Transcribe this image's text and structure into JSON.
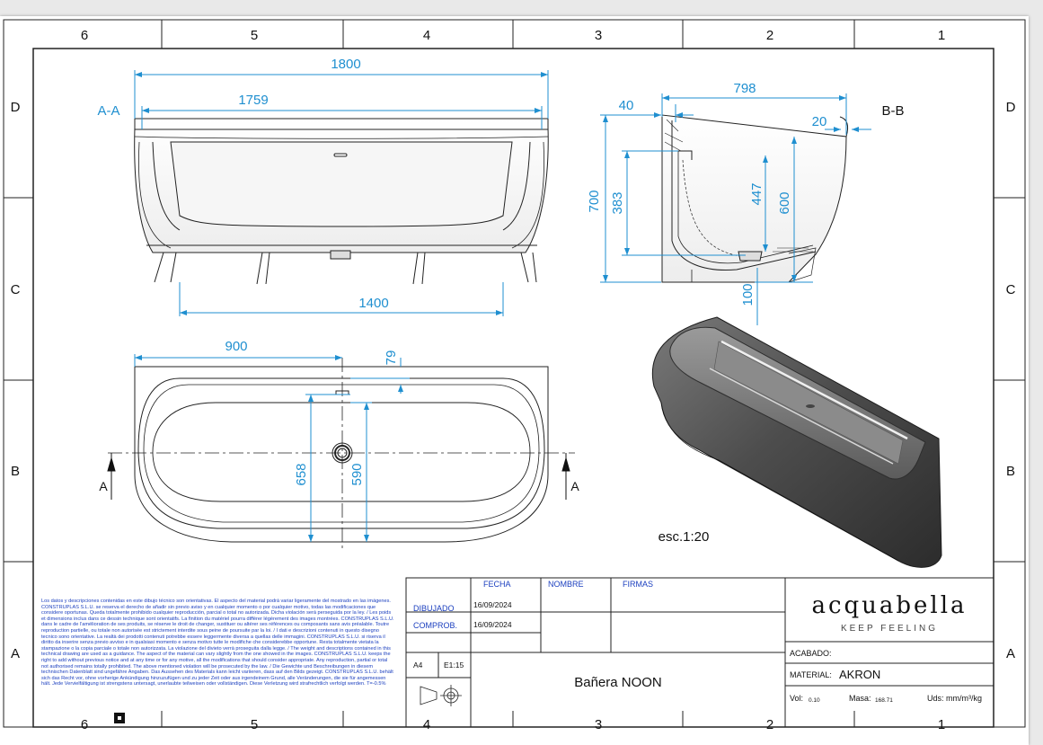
{
  "grid": {
    "columns": [
      "6",
      "5",
      "4",
      "3",
      "2",
      "1"
    ],
    "rows": [
      "D",
      "C",
      "B",
      "A"
    ]
  },
  "views": {
    "section_aa": "A-A",
    "section_bb": "B-B",
    "cut_marker": "A"
  },
  "dimensions": {
    "overall_length": "1800",
    "inner_length": "1759",
    "base_length": "1400",
    "plan_half_length": "900",
    "rim_offset": "79",
    "outer_width": "658",
    "inner_width": "590",
    "section_width": "798",
    "wall_top": "40",
    "rim_lip": "20",
    "total_height": "700",
    "inner_depth": "383",
    "water_depth": "447",
    "shell_height": "600",
    "base_height": "100"
  },
  "scale": "esc.1:20",
  "title_block": {
    "headers": {
      "fecha": "FECHA",
      "nombre": "NOMBRE",
      "firmas": "FIRMAS"
    },
    "rows": [
      {
        "label": "DIBUJADO",
        "date": "16/09/2024"
      },
      {
        "label": "COMPROB.",
        "date": "16/09/2024"
      }
    ],
    "sheet_size": "A4",
    "sheet_scale": "E1:15",
    "title": "Bañera NOON",
    "brand": "acquabella",
    "tagline": "KEEP FEELING",
    "acabado_label": "ACABADO:",
    "material_label": "MATERIAL:",
    "material_value": "AKRON",
    "vol_label": "Vol:",
    "vol_value": "0.10",
    "masa_label": "Masa:",
    "masa_value": "168.71",
    "uds": "Uds: mm/m³/kg"
  },
  "disclaimer": "Los datos y descripciones contenidas en este dibujo técnico son orientativas. El aspecto del material podrá variar ligeramente del mostrado en las imágenes. CONSTRUPLAS S.L.U. se reserva el derecho de añadir sin previo aviso y en cualquier momento o por cualquier motivo, todas las modificaciones que considere oportunas. Queda totalmente prohibido cualquier reproducción, parcial o total no autorizada. Dicha violación será perseguida por la ley. / Les poids et dimensions inclus dans ce dessin technique sont orientatifs. La finition du matériel pourra différer légèrement des images montrées. CONSTRUPLAS S.L.U. dans le cadre de l'amélioration de ses produits, se réserve le droit de changer, sustituer ou altérer ses références ou composants sans avis préalable. Toutre reproduction partielle, ou totale non autorisée est strictement interdite sous peine de poursuite par la loi. / I dati e descrizioni contenuti in questo disegno tecnico sono orientative. La realtà dei prodotti contenuti potrebbe essere leggermente diversa a quellas delle immagini. CONSTRUPLAS S.L.U. si riserva il diritto da inserire senza previo avviso e in qualsiasi momento e senza motivo tutte le modifiche che considerebbe opportune. Resta totalmente vietata la stampazione o la copia parciale o totale non autorizzata. La violazione del divieto verrà proseguita dalla legge. / The weight and descriptions contained in this technical drawing are used as a guidance. The aspect of the material can vary slightly from the one showed in the images. CONSTRUPLAS S.L.U. keeps the right to add without previous notice and at any time or for any motive, all the modifications that should consider appropriate. Any reproduction, partial or total not authorised remains totally prohibited. The above mentioned violation will be prosecuted by the law. / Die Gewichte und Beschreibungen in diesem technischen Datenblatt sind ungefähre Angaben. Das Aussehen des Materials kann leicht variieren, dass auf den Bilds gezeigt. CONSTRUPLAS S.L.U. behält sich das Recht vor, ohne vorherige Ankündigung hinzuzufügen und zu jeder Zeit oder aus irgendeinem Grund, alle Veränderungen, die sie für angemessen hält. Jede Vervielfältigung ist strengstens untersagt, unerlaubte teilweisen oder vollständigen. Diese Verletzung wird strafrechtlich verfolgt werden. T=-0.5%"
}
